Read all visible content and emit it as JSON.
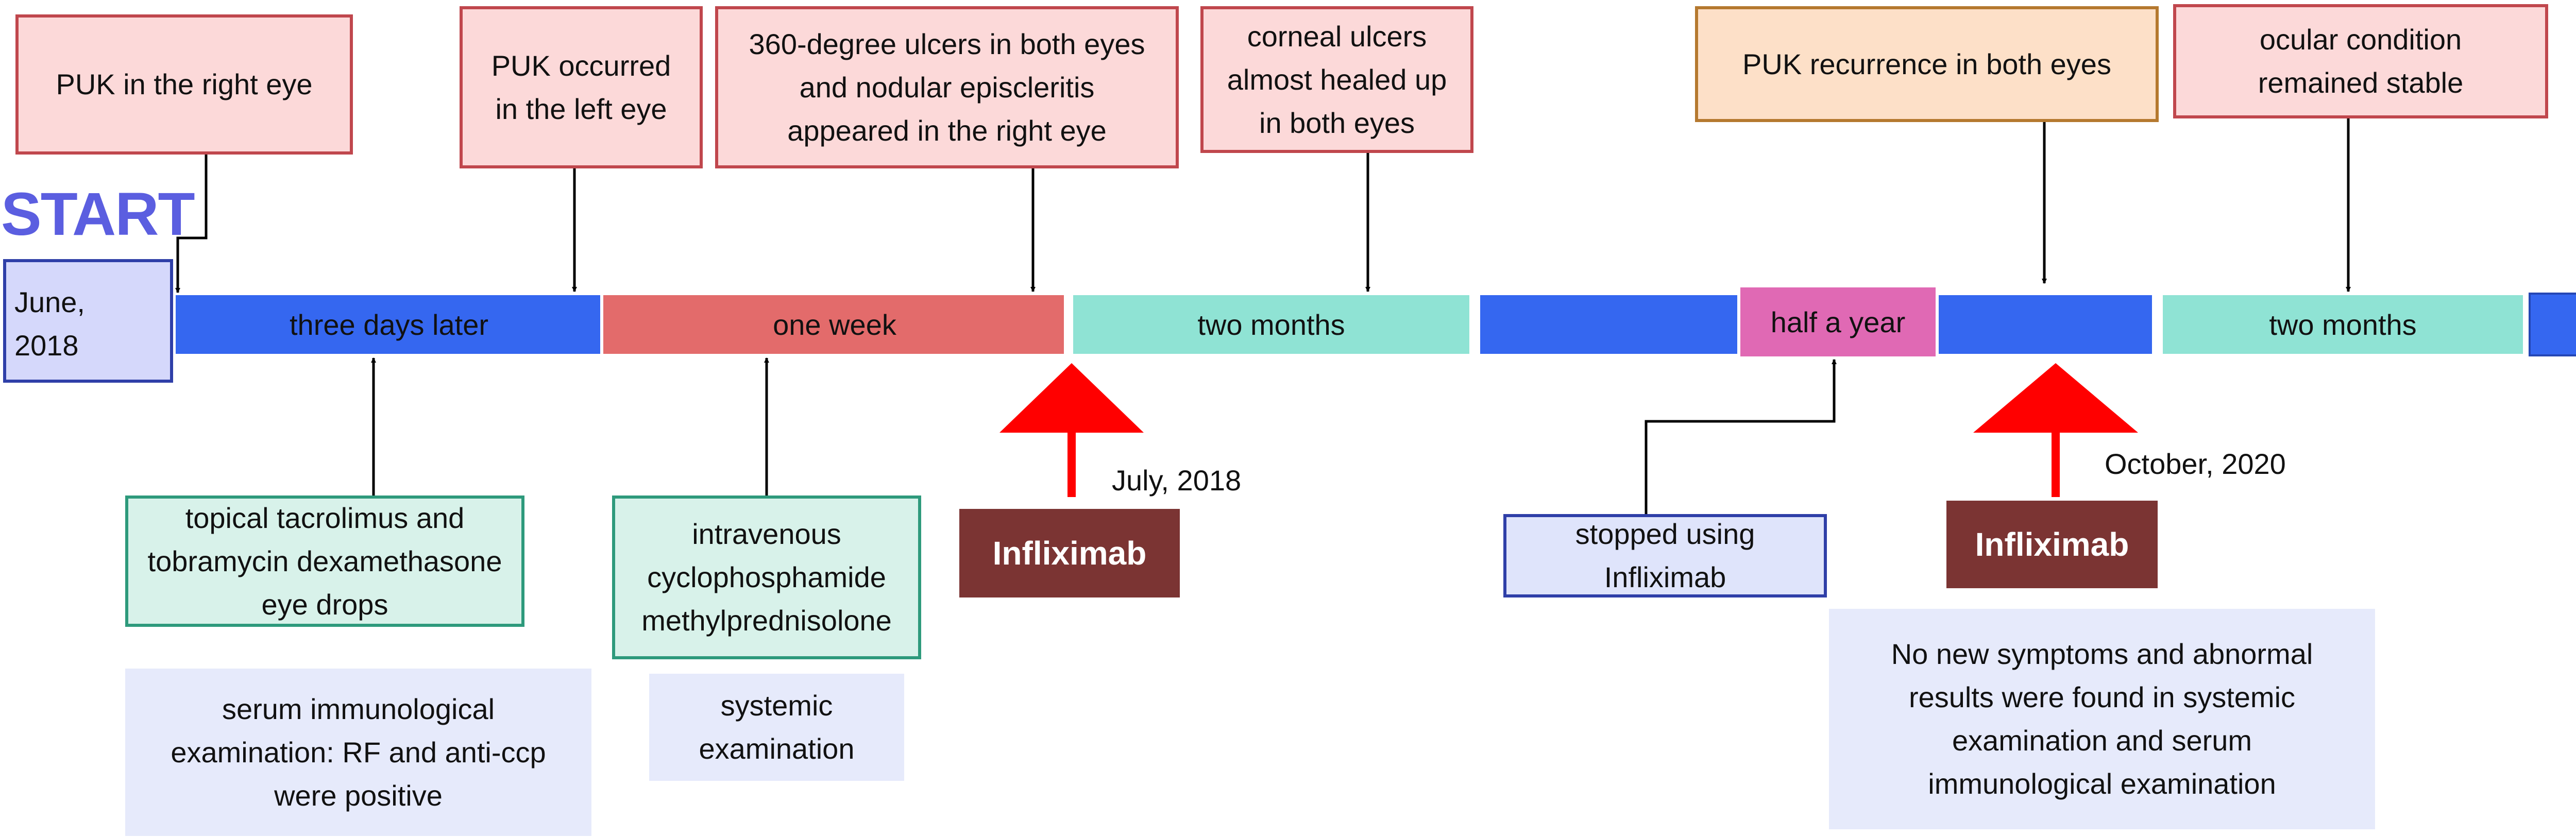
{
  "start": {
    "label": "START",
    "date_line1": "June,",
    "date_line2": "2018"
  },
  "segments": [
    {
      "label": "three days later",
      "color": "#3567f0"
    },
    {
      "label": "one week",
      "color": "#e36b6b"
    },
    {
      "label": "two months",
      "color": "#8fe3d4"
    },
    {
      "label": "",
      "color": "#3567f0"
    },
    {
      "label": "half a year",
      "color": "#e069b4"
    },
    {
      "label": "",
      "color": "#3567f0"
    },
    {
      "label": "two months",
      "color": "#8fe3d4"
    }
  ],
  "arrow_color": "#3567f0",
  "events": [
    {
      "lines": [
        "PUK in the right eye"
      ]
    },
    {
      "lines": [
        "PUK occurred",
        "in the left eye"
      ]
    },
    {
      "lines": [
        "360-degree ulcers in both eyes",
        "and nodular episcleritis",
        "appeared in the right eye"
      ]
    },
    {
      "lines": [
        "corneal ulcers",
        "almost healed up",
        "in both eyes"
      ]
    },
    {
      "lines": [
        "PUK recurrence in both eyes"
      ]
    },
    {
      "lines": [
        "ocular condition",
        "remained stable"
      ]
    }
  ],
  "treatments": [
    {
      "lines": [
        "topical tacrolimus and",
        "tobramycin dexamethasone",
        "eye drops"
      ]
    },
    {
      "lines": [
        "intravenous",
        "cyclophosphamide",
        "methylprednisolone"
      ]
    }
  ],
  "exams": [
    {
      "lines": [
        "serum immunological",
        "examination: RF and anti-ccp",
        "were positive"
      ]
    },
    {
      "lines": [
        "systemic",
        "examination"
      ]
    },
    {
      "lines": [
        "No new symptoms and abnormal",
        "results were found in systemic",
        "examination and serum",
        "immunological examination"
      ]
    }
  ],
  "stop": {
    "lines": [
      "stopped using",
      "Infliximab"
    ]
  },
  "drugs": [
    {
      "label": "Infliximab",
      "date": "July, 2018"
    },
    {
      "label": "Infliximab",
      "date": "October, 2020"
    }
  ],
  "colors": {
    "drug_arrow": "#ff0000",
    "drug_box": "#7b3433",
    "start_text": "#5b5ee0"
  }
}
